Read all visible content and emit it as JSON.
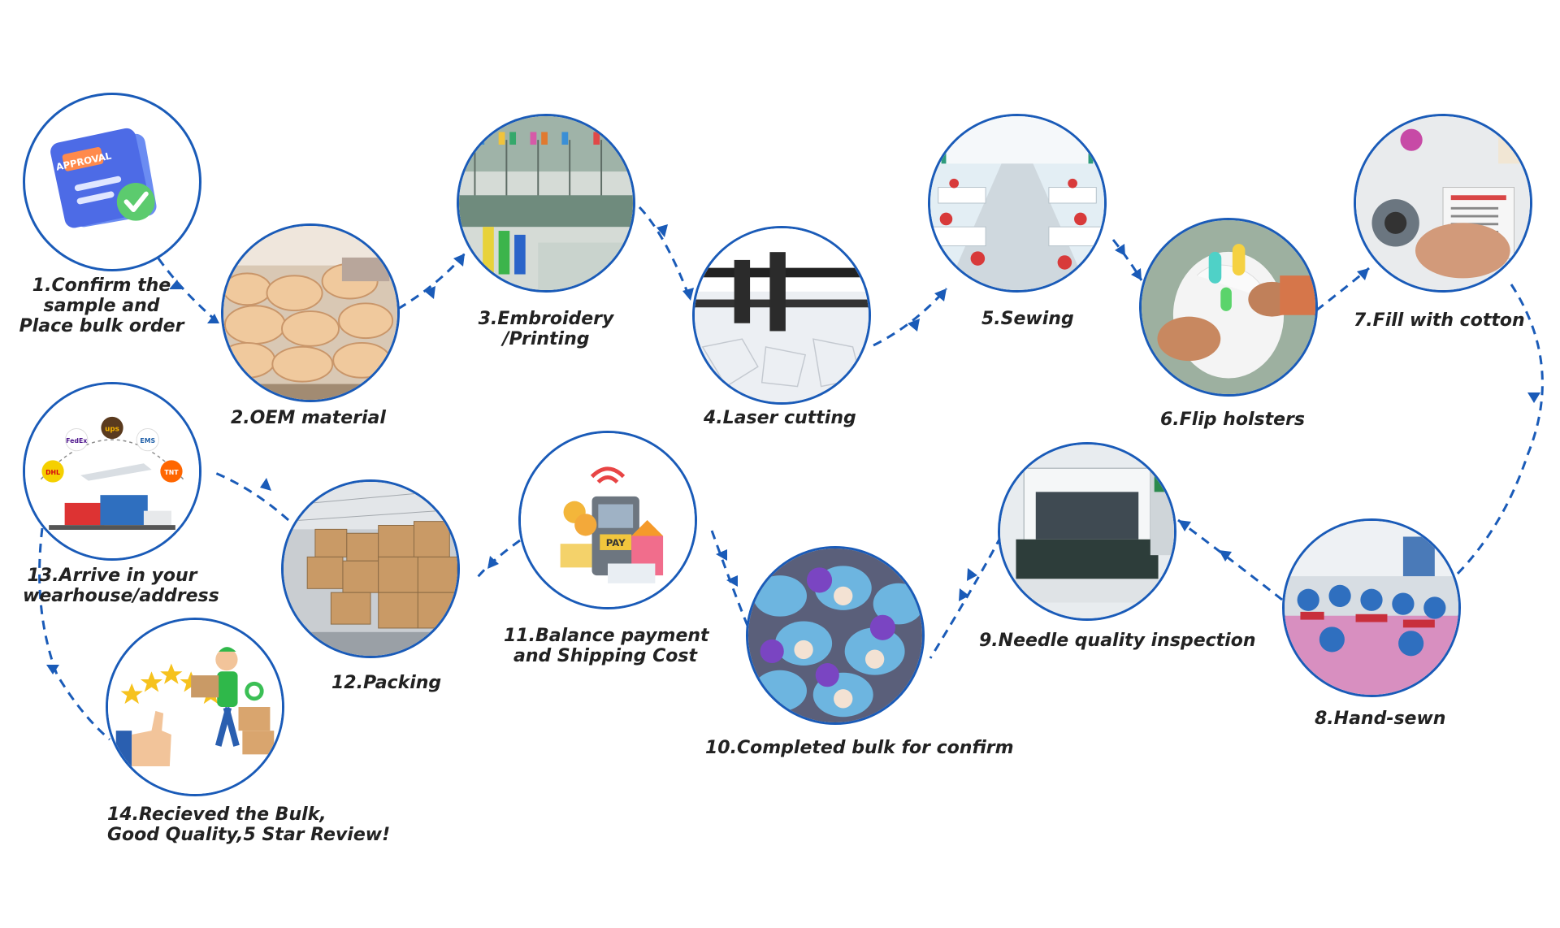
{
  "steps": [
    {
      "id": 1,
      "lines": [
        "1.Confirm the",
        "sample and",
        "Place bulk order"
      ],
      "icon": "approval-document-icon"
    },
    {
      "id": 2,
      "lines": [
        "2.OEM material"
      ],
      "icon": "fabric-rolls-photo"
    },
    {
      "id": 3,
      "lines": [
        "3.Embroidery",
        "/Printing"
      ],
      "icon": "embroidery-machine-photo"
    },
    {
      "id": 4,
      "lines": [
        "4.Laser cutting"
      ],
      "icon": "laser-cutter-photo"
    },
    {
      "id": 5,
      "lines": [
        "5.Sewing"
      ],
      "icon": "sewing-workshop-photo"
    },
    {
      "id": 6,
      "lines": [
        "6.Flip holsters"
      ],
      "icon": "hands-flipping-toy-photo"
    },
    {
      "id": 7,
      "lines": [
        "7.Fill with cotton"
      ],
      "icon": "cotton-filling-machine-photo"
    },
    {
      "id": 8,
      "lines": [
        "8.Hand-sewn"
      ],
      "icon": "hand-sewing-workers-photo"
    },
    {
      "id": 9,
      "lines": [
        "9.Needle quality inspection"
      ],
      "icon": "needle-detector-machine-photo"
    },
    {
      "id": 10,
      "lines": [
        "10.Completed bulk for confirm"
      ],
      "icon": "plush-toys-pile-photo"
    },
    {
      "id": 11,
      "lines": [
        "11.Balance payment",
        "and Shipping Cost"
      ],
      "icon": "payment-illustration-icon"
    },
    {
      "id": 12,
      "lines": [
        "12.Packing"
      ],
      "icon": "warehouse-cartons-photo"
    },
    {
      "id": 13,
      "lines": [
        "13.Arrive in your",
        "wearhouse/address"
      ],
      "icon": "shipping-logistics-icon"
    },
    {
      "id": 14,
      "lines": [
        "14.Recieved the Bulk,",
        "Good Quality,5 Star Review!"
      ],
      "icon": "five-star-delivery-icon"
    }
  ],
  "logos": {
    "approval": "APPROVAL",
    "pay": "PAY",
    "fedex": "FedEx",
    "ups": "ups",
    "dhl": "DHL",
    "ems": "EMS",
    "tnt": "TNT"
  },
  "colors": {
    "accent": "#1a5bb8",
    "text": "#222222"
  }
}
